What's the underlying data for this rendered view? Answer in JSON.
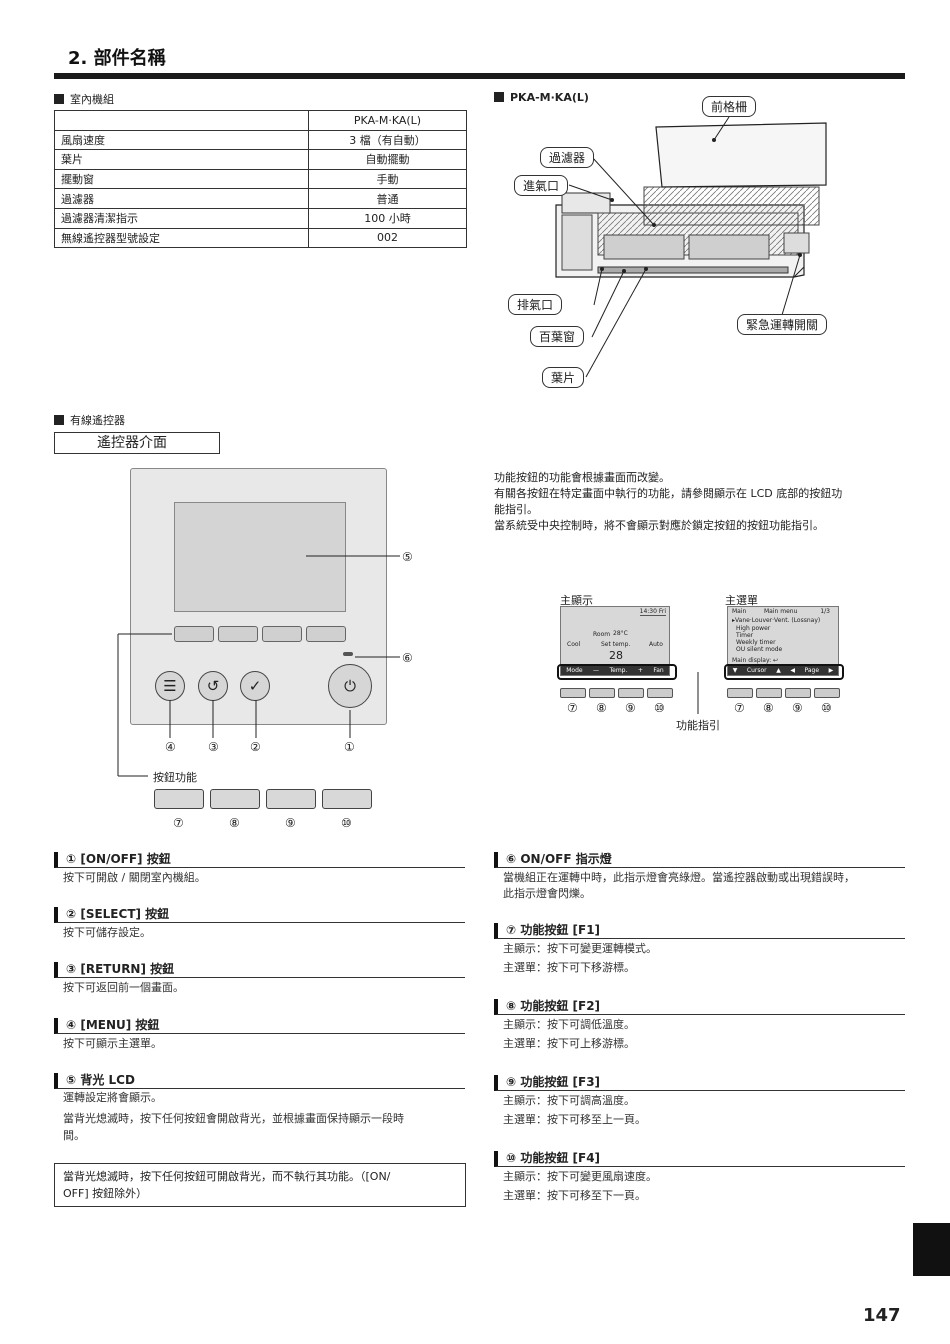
{
  "header": {
    "title": "2. 部件名稱"
  },
  "indoor": {
    "heading": "室內機組",
    "table": {
      "model": "PKA-M·KA(L)",
      "rows": [
        {
          "label": "風扇速度",
          "value": "3 檔（有自動）"
        },
        {
          "label": "葉片",
          "value": "自動擺動"
        },
        {
          "label": "擺動窗",
          "value": "手動"
        },
        {
          "label": "過濾器",
          "value": "普通"
        },
        {
          "label": "過濾器清潔指示",
          "value": "100 小時"
        },
        {
          "label": "無線遙控器型號設定",
          "value": "002"
        }
      ]
    }
  },
  "unit_diagram": {
    "heading": "PKA-M·KA(L)",
    "callouts": {
      "front_grille": "前格柵",
      "filter": "過濾器",
      "air_inlet": "進氣口",
      "air_outlet": "排氣口",
      "louver": "百葉窗",
      "vane": "葉片",
      "emergency_switch": "緊急運轉開關"
    }
  },
  "wired": {
    "heading": "有線遙控器",
    "subtitle": "遙控器介面",
    "button_function_label": "按鈕功能",
    "numbers": {
      "n1": "①",
      "n2": "②",
      "n3": "③",
      "n4": "④",
      "n5": "⑤",
      "n6": "⑥",
      "n7": "⑦",
      "n8": "⑧",
      "n9": "⑨",
      "n10": "⑩"
    }
  },
  "description": {
    "lines": [
      "功能按鈕的功能會根據畫面而改變。",
      "有關各按鈕在特定畫面中執行的功能，請參閱顯示在 LCD 底部的按鈕功",
      "能指引。",
      "當系統受中央控制時，將不會顯示對應於鎖定按鈕的按鈕功能指引。"
    ]
  },
  "screens": {
    "main_label": "主顯示",
    "menu_label": "主選單",
    "guide_label": "功能指引",
    "main": {
      "time": "14:30 Fri",
      "room": "Room",
      "room_temp": "28°C",
      "mode": "Cool",
      "set_temp_label": "Set temp.",
      "set_temp": "28",
      "fan": "Auto",
      "bar": [
        "Mode",
        "—",
        "Temp.",
        "+",
        "Fan"
      ]
    },
    "menu": {
      "header_left": "Main",
      "header_mid": "Main menu",
      "header_right": "1/3",
      "items": [
        "▸Vane·Louver·Vent. (Lossnay)",
        "High power",
        "Timer",
        "Weekly timer",
        "OU silent mode"
      ],
      "footer": "Main display: ↩",
      "bar": [
        "▼",
        "Cursor",
        "▲",
        "◀",
        "Page",
        "▶"
      ]
    }
  },
  "sections_left": [
    {
      "title": "① [ON/OFF] 按鈕",
      "lines": [
        "按下可開啟 / 關閉室內機組。"
      ]
    },
    {
      "title": "② [SELECT] 按鈕",
      "lines": [
        "按下可儲存設定。"
      ]
    },
    {
      "title": "③ [RETURN] 按鈕",
      "lines": [
        "按下可返回前一個畫面。"
      ]
    },
    {
      "title": "④ [MENU] 按鈕",
      "lines": [
        "按下可顯示主選單。"
      ]
    },
    {
      "title": "⑤ 背光 LCD",
      "lines": [
        "運轉設定將會顯示。",
        "當背光熄滅時，按下任何按鈕會開啟背光，並根據畫面保持顯示一段時",
        "間。"
      ]
    }
  ],
  "sections_right": [
    {
      "title": "⑥ ON/OFF 指示燈",
      "lines": [
        "當機組正在運轉中時，此指示燈會亮綠燈。當遙控器啟動或出現錯誤時，",
        "此指示燈會閃爍。"
      ]
    },
    {
      "title": "⑦ 功能按鈕 [F1]",
      "lines": [
        "主顯示：按下可變更運轉模式。",
        "主選單：按下可下移游標。"
      ]
    },
    {
      "title": "⑧ 功能按鈕 [F2]",
      "lines": [
        "主顯示：按下可調低溫度。",
        "主選單：按下可上移游標。"
      ]
    },
    {
      "title": "⑨ 功能按鈕 [F3]",
      "lines": [
        "主顯示：按下可調高溫度。",
        "主選單：按下可移至上一頁。"
      ]
    },
    {
      "title": "⑩ 功能按鈕 [F4]",
      "lines": [
        "主顯示：按下可變更風扇速度。",
        "主選單：按下可移至下一頁。"
      ]
    }
  ],
  "note": {
    "lines": [
      "當背光熄滅時，按下任何按鈕可開啟背光，而不執行其功能。（[ON/",
      "OFF] 按鈕除外）"
    ]
  },
  "footer": {
    "page_number": "147"
  }
}
